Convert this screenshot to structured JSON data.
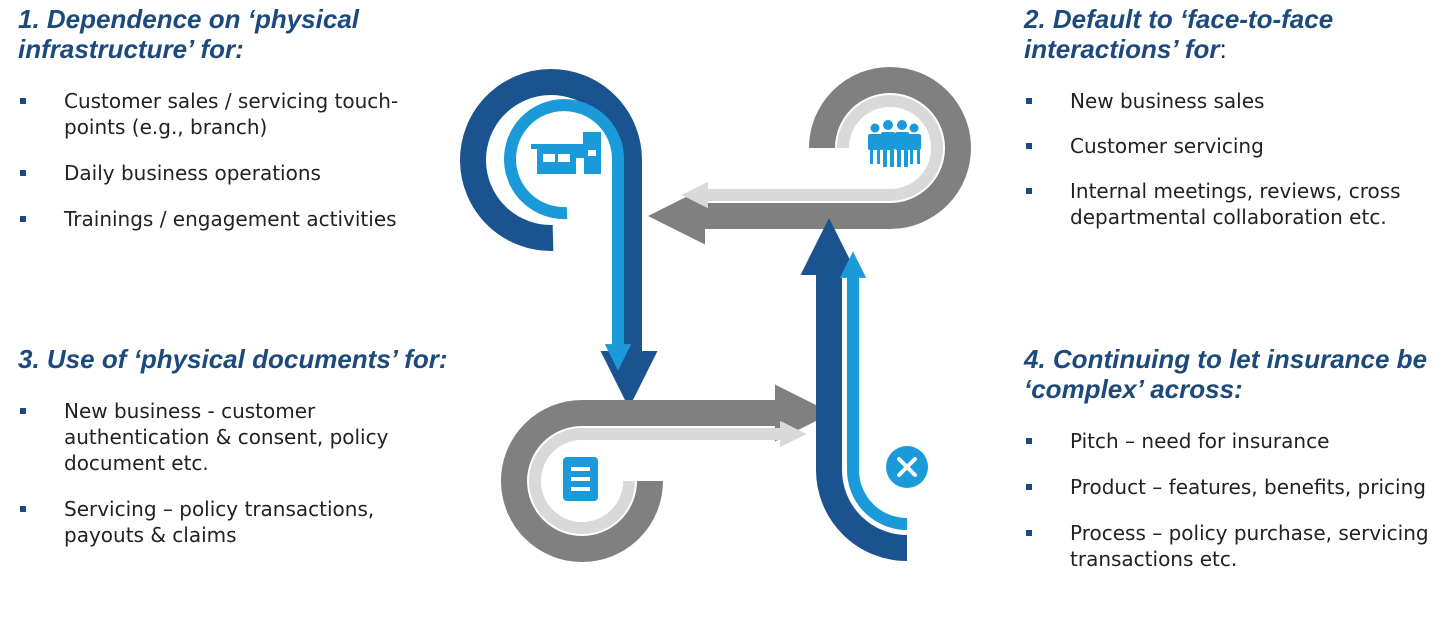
{
  "sections": [
    {
      "heading": "1. Dependence on ‘physical infrastructure’ for:",
      "heading_tail": "",
      "items": [
        "Customer sales / servicing touch-points (e.g., branch)",
        "Daily business operations",
        "Trainings / engagement activities"
      ]
    },
    {
      "heading": "2. Default to ‘face-to-face interactions’ for",
      "heading_tail": ":",
      "items": [
        "New business sales",
        "Customer servicing",
        "Internal meetings, reviews, cross departmental collaboration etc."
      ]
    },
    {
      "heading": "3. Use of ‘physical documents’ for:",
      "heading_tail": "",
      "items": [
        "New business - customer authentication & consent, policy document etc.",
        "Servicing – policy transactions, payouts & claims"
      ]
    },
    {
      "heading": "4. Continuing to let insurance be ‘complex’ across:",
      "heading_tail": "",
      "items": [
        "Pitch – need for insurance",
        "Product – features, benefits, pricing",
        "Process – policy purchase, servicing transactions etc."
      ]
    }
  ],
  "diagram": {
    "icons": [
      "building-icon",
      "people-group-icon",
      "document-icon",
      "cancel-icon"
    ],
    "colors": {
      "dark_blue": "#1b5391",
      "light_blue": "#1a9ad8",
      "dark_gray": "#808080",
      "light_gray": "#d9d9d9",
      "heading": "#1c4a7c"
    }
  }
}
